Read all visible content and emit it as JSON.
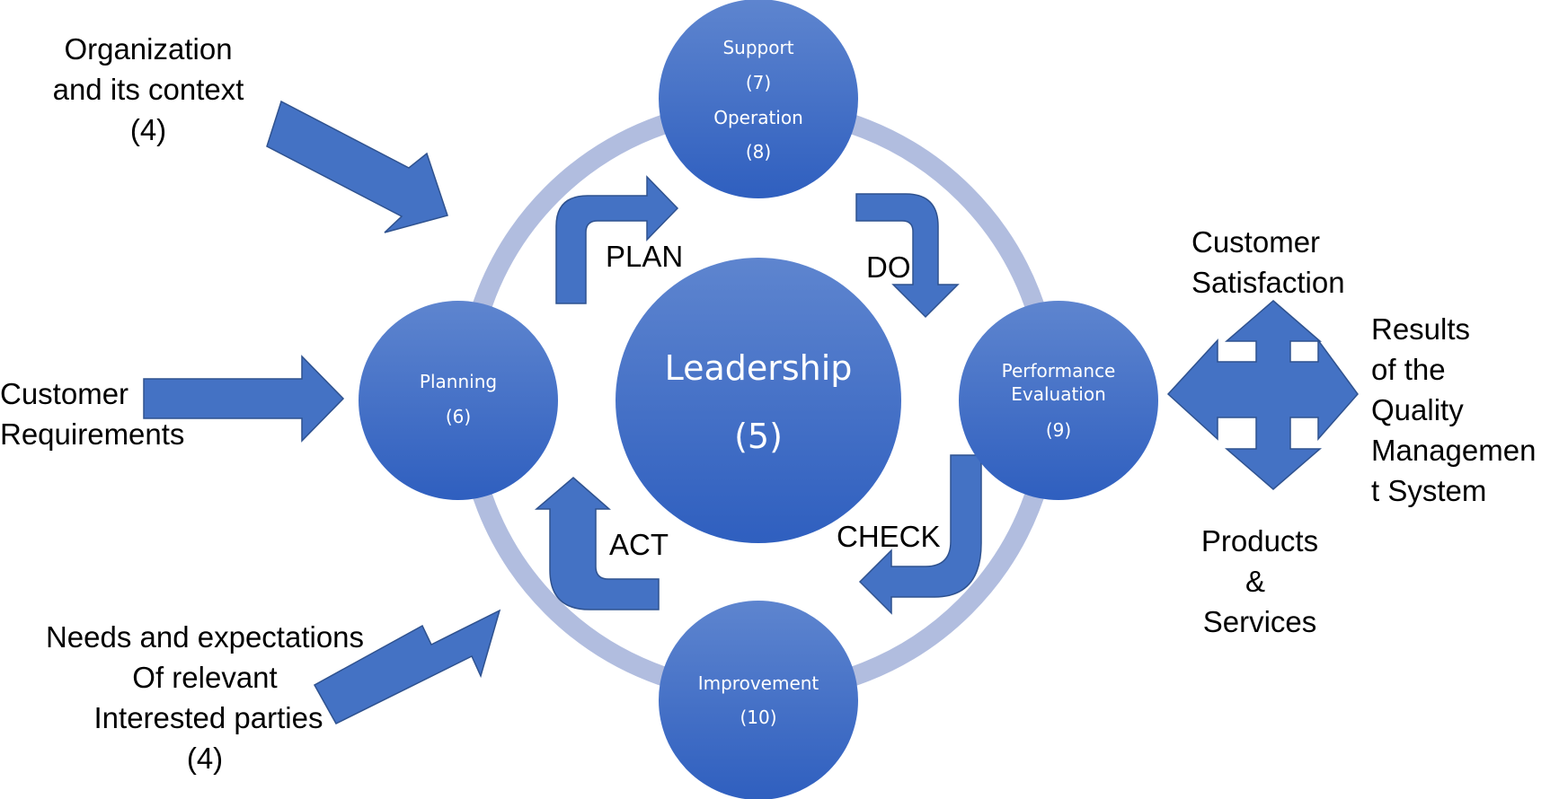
{
  "colors": {
    "ring": "#b1bddf",
    "circle_light": "#5e85cf",
    "circle_dark": "#2f5fbf",
    "arrow_fill": "#4472c4",
    "arrow_stroke": "#2f528f",
    "text_dark": "#000000",
    "text_light": "#ffffff"
  },
  "center": {
    "title": "Leadership",
    "clause": "(5)"
  },
  "nodes": {
    "support": {
      "label_1": "Support",
      "clause_1": "(7)",
      "label_2": "Operation",
      "clause_2": "(8)"
    },
    "planning": {
      "label": "Planning",
      "clause": "(6)"
    },
    "performance": {
      "label_1": "Performance",
      "label_2": "Evaluation",
      "clause": "(9)"
    },
    "improvement": {
      "label": "Improvement",
      "clause": "(10)"
    }
  },
  "cycle": {
    "plan": "PLAN",
    "do": "DO",
    "check": "CHECK",
    "act": "ACT"
  },
  "inputs": {
    "organization": {
      "line_1": "Organization",
      "line_2": "and its context",
      "line_3": "(4)"
    },
    "customer_requirements": {
      "line_1": "Customer",
      "line_2": "Requirements"
    },
    "needs": {
      "line_1": "Needs and expectations",
      "line_2": "Of relevant",
      "line_3": "Interested parties",
      "line_4": "(4)"
    }
  },
  "outputs": {
    "customer_satisfaction": {
      "line_1": "Customer",
      "line_2": "Satisfaction"
    },
    "results": {
      "line_1": "Results",
      "line_2": "of the",
      "line_3": "Quality",
      "line_4": "Managemen",
      "line_5": "t System"
    },
    "products": {
      "line_1": "Products",
      "line_2": "&",
      "line_3": "Services"
    }
  }
}
